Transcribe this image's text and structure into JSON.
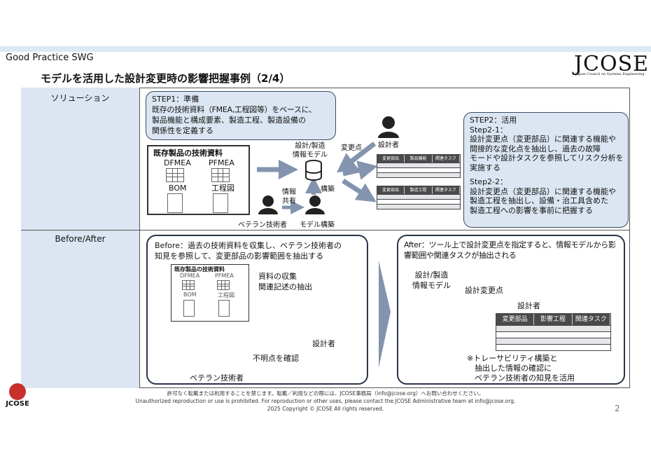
{
  "header": {
    "group": "Good Practice SWG",
    "title": "モデルを活用した設計変更時の影響把握事例（2/4）",
    "logo": "JCOSE",
    "logo_sub": "Japan Council on Systems Engineering"
  },
  "rows": {
    "solution": "ソリューション",
    "before_after": "Before/After"
  },
  "step1": {
    "lines": [
      "STEP1：準備",
      "既存の技術資料（FMEA,工程図等）をベースに、",
      "製品機能と構成要素、製造工程、製造設備の",
      "関係性を定義する"
    ]
  },
  "docs": {
    "title": "既存製品の技術資料",
    "items": [
      "DFMEA",
      "PFMEA",
      "BOM",
      "工程図"
    ]
  },
  "model": {
    "label_line1": "設計/製造",
    "label_line2": "情報モデル"
  },
  "labels": {
    "change_point": "変更点",
    "designer": "設計者",
    "info_share_1": "情報",
    "info_share_2": "共有",
    "build": "構築",
    "veteran": "ベテラン技術者",
    "model_build": "モデル構築"
  },
  "tables": {
    "t1": [
      "変更部品",
      "製品機能",
      "関連タスク"
    ],
    "t2": [
      "変更部品",
      "製造工程",
      "関連タスク"
    ],
    "t3": [
      "変更部品",
      "影響工程",
      "関連タスク"
    ]
  },
  "step2": {
    "lines": [
      "STEP2：活用",
      " Step2-1：",
      "設計変更点（変更部品）に関連する機能や",
      "間接的な変化点を抽出し、過去の故障",
      "モードや設計タスクを参照してリスク分析を",
      "実施する",
      "",
      " Step2-2：",
      "設計変更点（変更部品）に関連する機能や",
      "製造工程を抽出し、設備・治工具含めた",
      "製造工程への影響を事前に把握する"
    ]
  },
  "before": {
    "lines": [
      "Before：過去の技術資料を収集し、ベテラン技術者の",
      "知見を参照して、変更部品の影響範囲を抽出する"
    ],
    "collect_1": "資料の収集",
    "collect_2": "関連記述の抽出",
    "confirm": "不明点を確認",
    "designer": "設計者",
    "veteran": "ベテラン技術者"
  },
  "after": {
    "lines": [
      "After：ツール上で設計変更点を指定すると、情報モデルから影",
      "響範囲や関連タスクが抽出される"
    ],
    "change_point": "設計変更点",
    "designer": "設計者",
    "note": [
      "※トレーサビリティ構築と",
      "　抽出した情報の確認に",
      "　ベテラン技術者の知見を活用"
    ]
  },
  "footer": {
    "jp": "許可なく転載または利用することを禁じます。転載／利用などの際には、JCOSE事務局（info@jcose.org）へお問い合わせください。",
    "en": "Unauthorized reproduction or use is prohibited.  For reproduction or other uses, please contact the JCOSE Administrative team at info@jcose.org.",
    "copyright": "2025 Copyright © JCOSE All rights reserved.",
    "page": "2",
    "logo": "JCOSE"
  }
}
